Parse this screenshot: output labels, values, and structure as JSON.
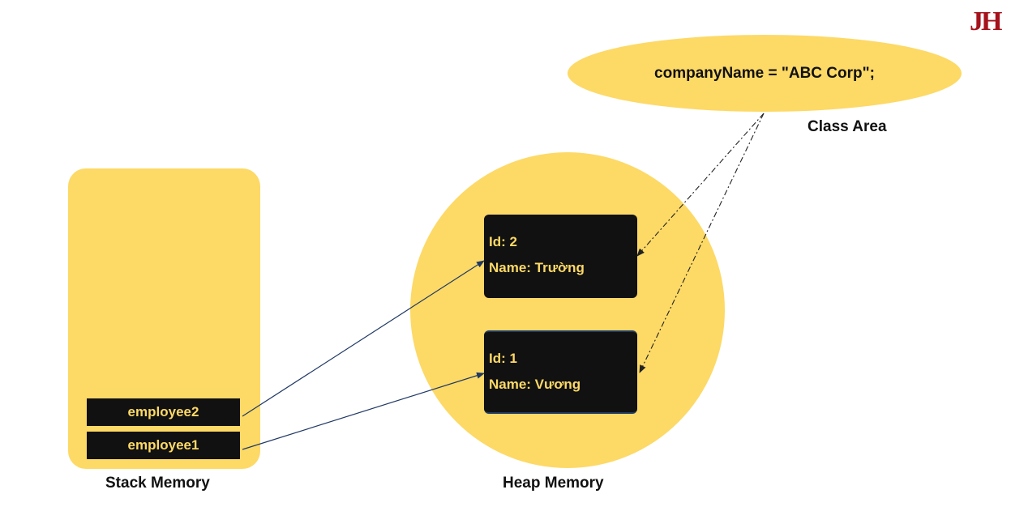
{
  "logo": {
    "text": "JH",
    "color": "#A5121B"
  },
  "class_area": {
    "label": "Class Area",
    "code": "companyName = \"ABC Corp\";"
  },
  "stack": {
    "label": "Stack Memory",
    "references": [
      {
        "name": "employee2"
      },
      {
        "name": "employee1"
      }
    ]
  },
  "heap": {
    "label": "Heap Memory",
    "objects": [
      {
        "id_text": "Id: 2",
        "name_text": "Name: Trường"
      },
      {
        "id_text": "Id: 1",
        "name_text": "Name: Vương"
      }
    ]
  },
  "colors": {
    "memory_region": "#FDD966",
    "box_fill": "#111111",
    "box_text": "#FDD966",
    "reference_arrow": "#1F3864",
    "static_arrow": "#222222"
  }
}
